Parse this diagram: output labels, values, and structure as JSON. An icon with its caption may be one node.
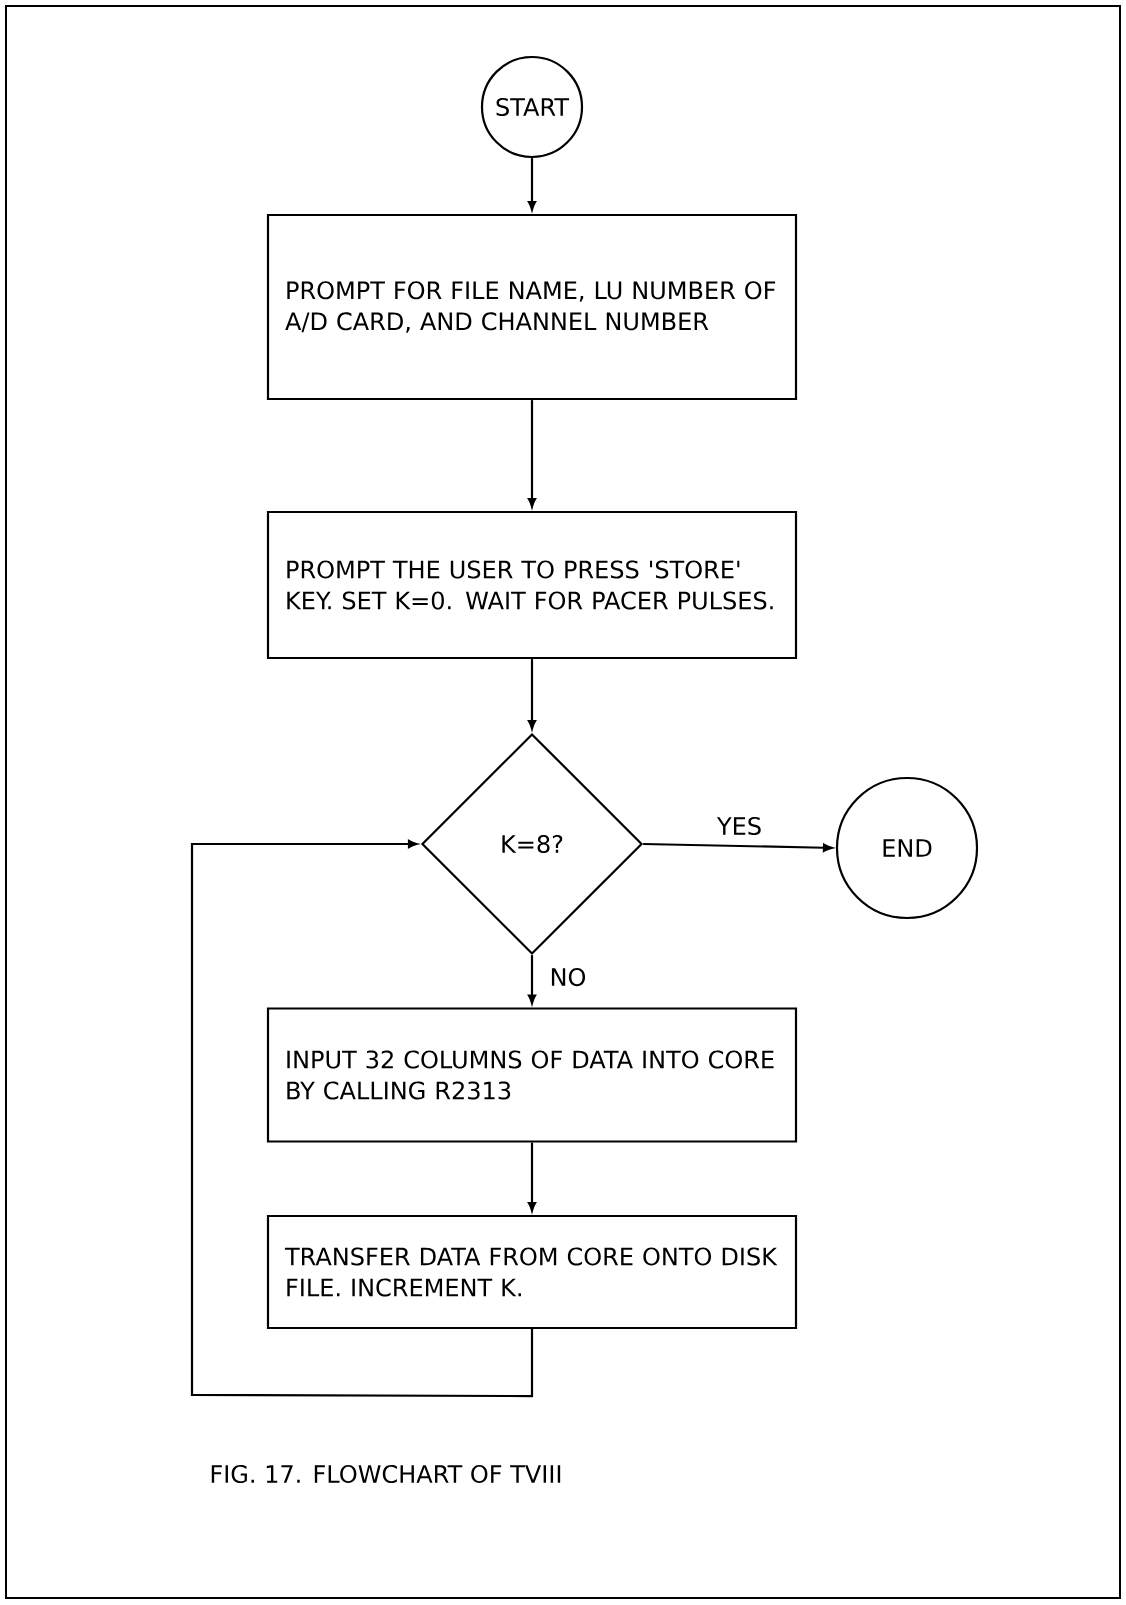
{
  "diagram": {
    "caption": "FIG. 17. FLOWCHART OF TVIII",
    "nodes": [
      {
        "text": [
          "START"
        ]
      },
      {
        "text": [
          "PROMPT FOR FILE NAME, LU NUMBER OF A/D CARD, AND CHANNEL NUMBER"
        ]
      },
      {
        "text": [
          "PROMPT THE USER TO PRESS 'STORE' KEY. SET K=0. WAIT FOR PACER PULSES."
        ]
      },
      {
        "text": [
          "K=8?"
        ]
      },
      {
        "text": [
          "END"
        ]
      },
      {
        "text": [
          "INPUT 32 COLUMNS OF DATA INTO CORE BY CALLING R2313"
        ]
      },
      {
        "text": [
          "TRANSFER DATA FROM CORE ONTO DISK FILE. INCREMENT K."
        ]
      }
    ],
    "edges": [
      {
        "from": 0,
        "to": 1,
        "arrow": "to"
      },
      {
        "from": 1,
        "to": 2,
        "arrow": "to"
      },
      {
        "from": 2,
        "to": 3,
        "arrow": "to"
      },
      {
        "from": 3,
        "to": 4,
        "arrow": "to",
        "label": "YES"
      },
      {
        "from": 3,
        "to": 5,
        "arrow": "to",
        "label": "NO"
      },
      {
        "from": 5,
        "to": 6,
        "arrow": "to"
      },
      {
        "from": 6,
        "to": 3,
        "arrow": "to"
      }
    ]
  }
}
